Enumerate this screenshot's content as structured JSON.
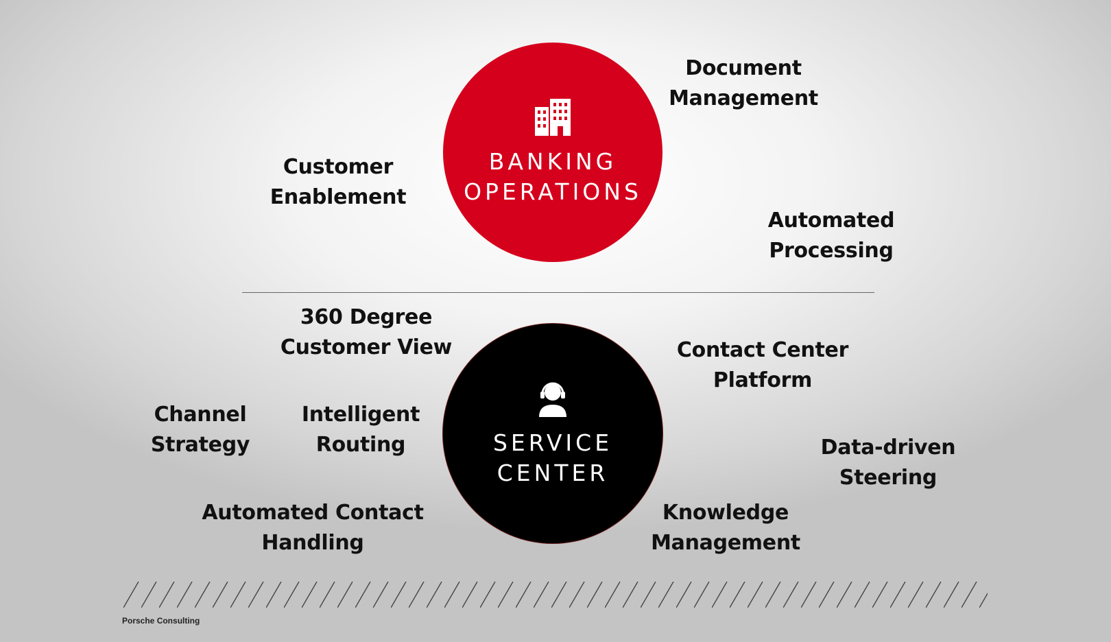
{
  "banking": {
    "title": "BANKING\nOPERATIONS",
    "color": "#d5001c",
    "icon": "building-icon"
  },
  "service": {
    "title": "SERVICE\nCENTER",
    "color": "#000000",
    "icon": "headset-agent-icon"
  },
  "labels": {
    "document_management": "Document\nManagement",
    "customer_enablement": "Customer\nEnablement",
    "automated_processing": "Automated\nProcessing",
    "customer_view": "360 Degree\nCustomer View",
    "contact_center_platform": "Contact Center\nPlatform",
    "channel_strategy": "Channel\nStrategy",
    "intelligent_routing": "Intelligent\nRouting",
    "data_driven_steering": "Data-driven\nSteering",
    "automated_contact_handling": "Automated Contact\nHandling",
    "knowledge_management": "Knowledge\nManagement"
  },
  "footer": "Porsche Consulting"
}
